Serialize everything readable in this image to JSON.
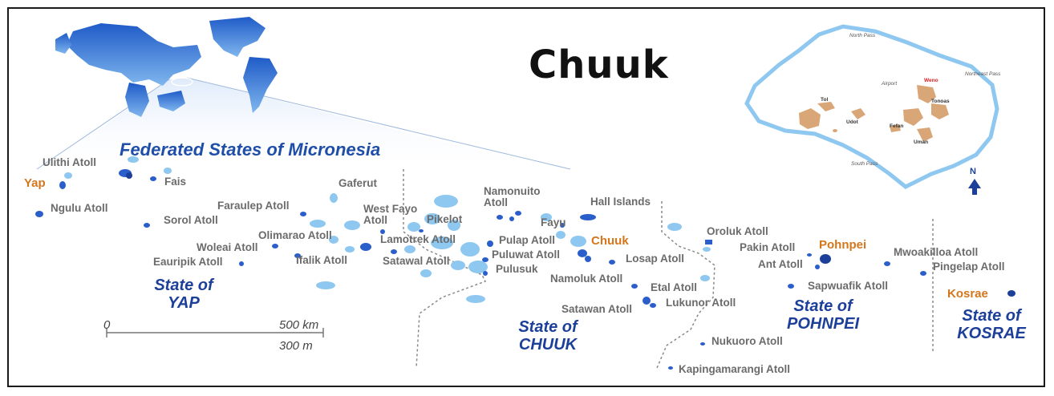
{
  "map_title": "Chuuk",
  "region_title": "Federated States of Micronesia",
  "states": [
    {
      "id": "yap",
      "line1": "State of",
      "line2": "YAP"
    },
    {
      "id": "chuuk",
      "line1": "State of",
      "line2": "CHUUK"
    },
    {
      "id": "pohnpei",
      "line1": "State of",
      "line2": "POHNPEI"
    },
    {
      "id": "kosrae",
      "line1": "State of",
      "line2": "KOSRAE"
    }
  ],
  "capitals": {
    "yap": "Yap",
    "chuuk": "Chuuk",
    "pohnpei": "Pohnpei",
    "kosrae": "Kosrae"
  },
  "atolls": {
    "ulithi": "Ulithi Atoll",
    "fais": "Fais",
    "ngulu": "Ngulu Atoll",
    "sorol": "Sorol Atoll",
    "faraulep": "Faraulep Atoll",
    "gaferut": "Gaferut",
    "west_fayu_1": "West Fayo",
    "west_fayu_2": "Atoll",
    "pikelot": "Pikelot",
    "olimarao": "Olimarao Atoll",
    "woleai": "Woleai Atoll",
    "eauripik": "Eauripik Atoll",
    "ifalik": "Ifalik Atoll",
    "lamotrek": "Lamotrek Atoll",
    "satawal": "Satawal Atoll",
    "namonuito_1": "Namonuito",
    "namonuito_2": "Atoll",
    "hall": "Hall Islands",
    "fayu": "Fayu",
    "pulap": "Pulap Atoll",
    "puluwat": "Puluwat Atoll",
    "pulusuk": "Pulusuk",
    "losap": "Losap Atoll",
    "namoluk": "Namoluk Atoll",
    "etal": "Etal Atoll",
    "lukunor": "Lukunor Atoll",
    "satawan": "Satawan Atoll",
    "nukuoro": "Nukuoro Atoll",
    "kapingamarangi": "Kapingamarangi Atoll",
    "oroluk": "Oroluk Atoll",
    "pakin": "Pakin Atoll",
    "ant": "Ant Atoll",
    "sapwuafik": "Sapwuafik Atoll",
    "mwoakilloa": "Mwoakilloa Atoll",
    "pingelap": "Pingelap Atoll"
  },
  "scale": {
    "zero": "0",
    "km": "500 km",
    "m": "300 m"
  },
  "inset": {
    "north_pass": "North Pass",
    "northeast_pass": "Northeast Pass",
    "south_pass": "South Pass",
    "airport": "Airport",
    "weno": "Weno",
    "tol": "Tol",
    "udot": "Udot",
    "fefan": "Fefan",
    "tonoas": "Tonoas",
    "uman": "Uman",
    "north": "N"
  },
  "colors": {
    "land": "#2a5ecb",
    "reef": "#7fc3ee",
    "world": "#3c7fd8",
    "state_label": "#1c3f99",
    "capital": "#d4761b"
  }
}
